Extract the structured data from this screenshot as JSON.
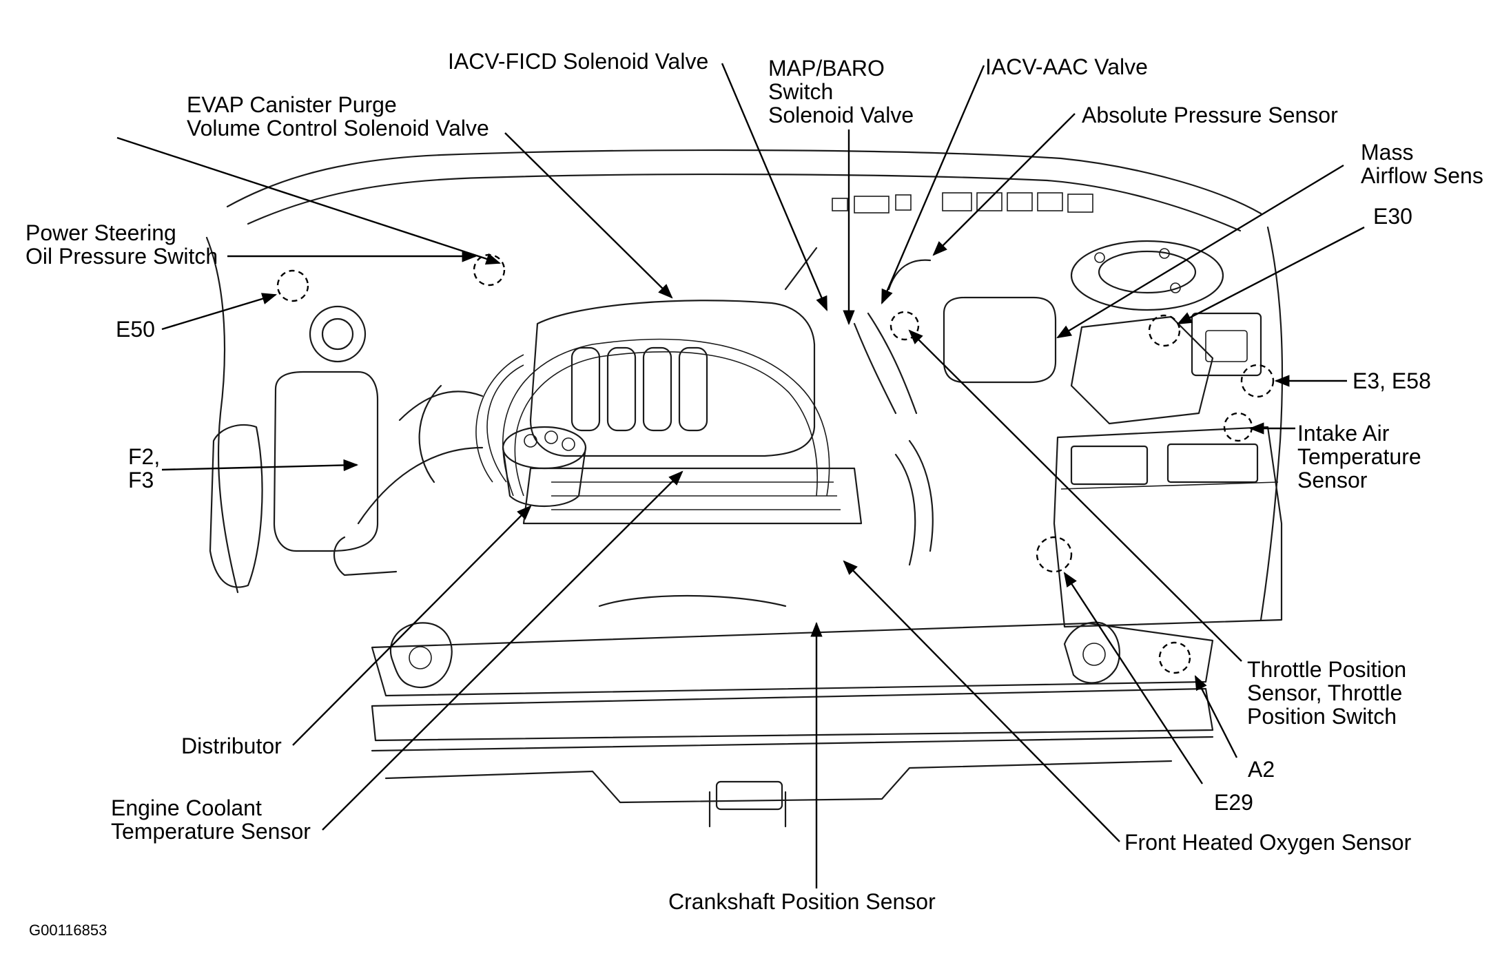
{
  "diagram": {
    "figure_id": "G00116853",
    "labels": {
      "iacv_ficd": "IACV-FICD Solenoid Valve",
      "map_baro": [
        "MAP/BARO",
        "Switch",
        "Solenoid Valve"
      ],
      "iacv_aac": "IACV-AAC Valve",
      "absolute_pressure": "Absolute Pressure Sensor",
      "mass_airflow": [
        "Mass",
        "Airflow Sens"
      ],
      "evap": [
        "EVAP Canister Purge",
        "Volume Control Solenoid Valve"
      ],
      "power_steering": [
        "Power Steering",
        "Oil Pressure Switch"
      ],
      "e50": "E50",
      "e30": "E30",
      "e3_e58": "E3, E58",
      "intake_air": [
        "Intake Air",
        "Temperature",
        "Sensor"
      ],
      "f2_f3": [
        "F2,",
        "F3"
      ],
      "throttle": [
        "Throttle Position",
        "Sensor, Throttle",
        "Position Switch"
      ],
      "a2": "A2",
      "e29": "E29",
      "distributor": "Distributor",
      "coolant": [
        "Engine Coolant",
        "Temperature Sensor"
      ],
      "oxygen": "Front Heated Oxygen Sensor",
      "crankshaft": "Crankshaft Position Sensor"
    }
  }
}
